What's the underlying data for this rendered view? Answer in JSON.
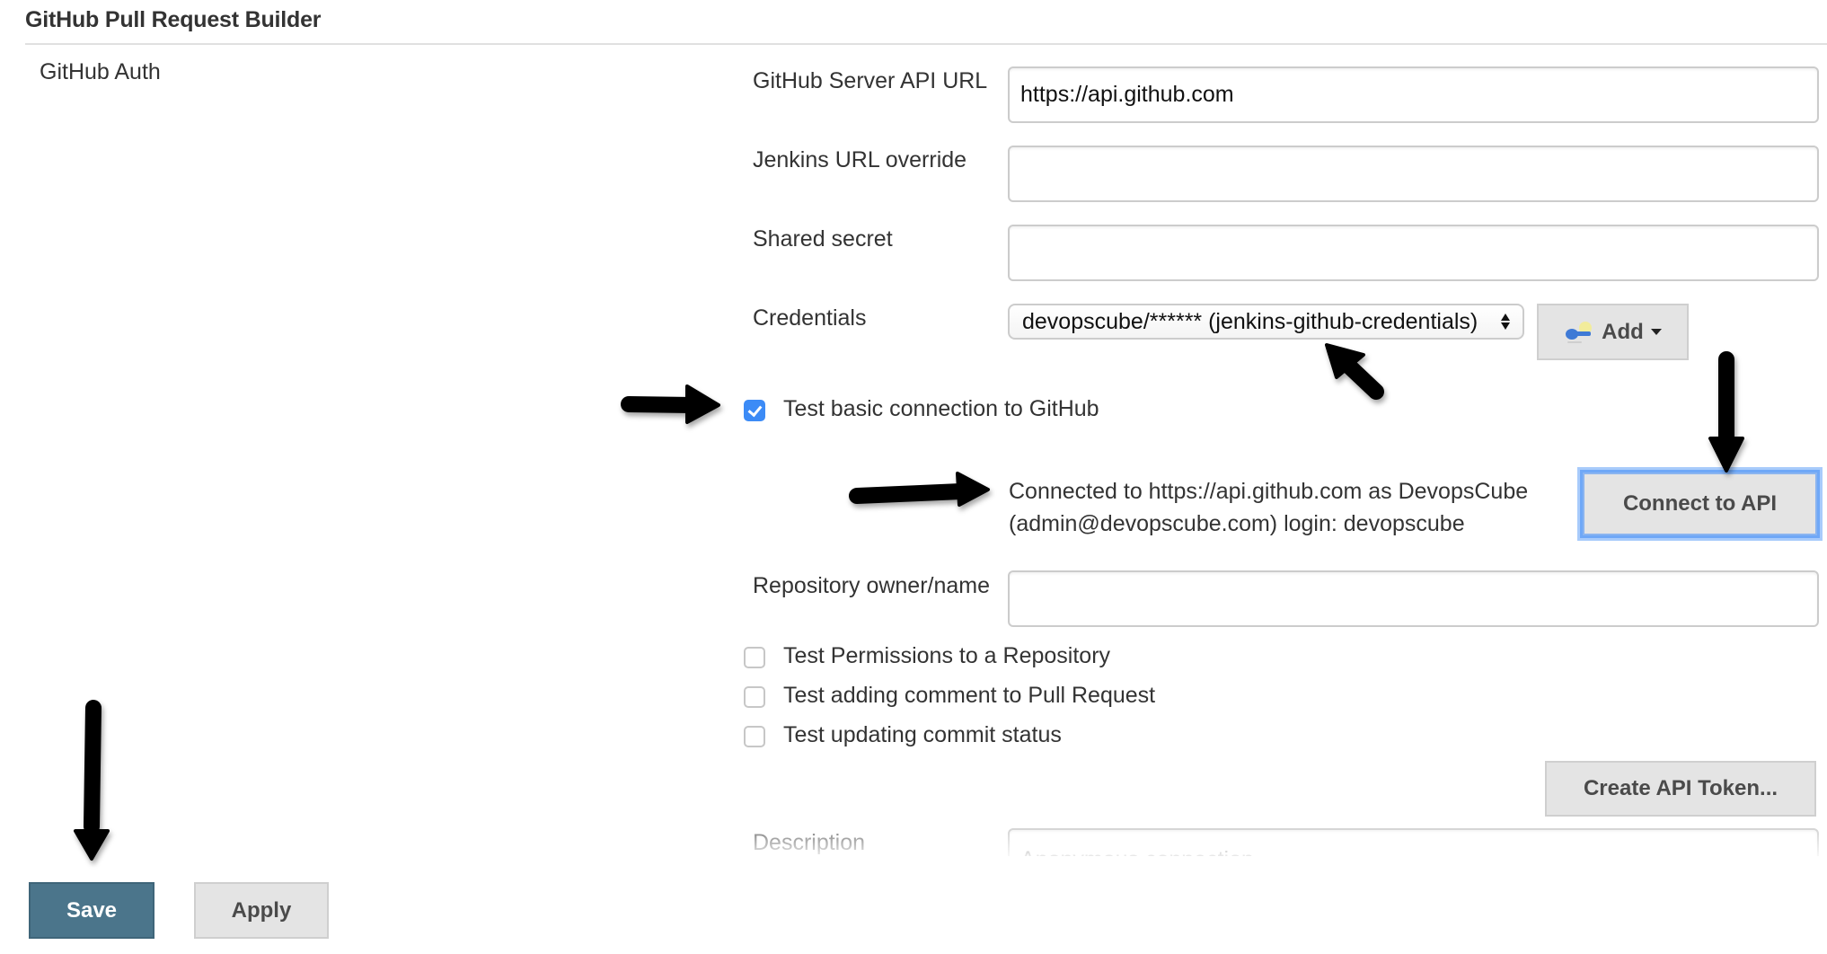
{
  "section": {
    "title": "GitHub Pull Request Builder",
    "subsection": "GitHub Auth"
  },
  "form": {
    "server_api_url": {
      "label": "GitHub Server API URL",
      "value": "https://api.github.com"
    },
    "jenkins_url_override": {
      "label": "Jenkins URL override",
      "value": ""
    },
    "shared_secret": {
      "label": "Shared secret",
      "value": ""
    },
    "credentials": {
      "label": "Credentials",
      "selected": "devopscube/****** (jenkins-github-credentials)",
      "add_button": "Add"
    },
    "test_basic_connection": {
      "label": "Test basic connection to GitHub",
      "checked": true
    },
    "connection_status": {
      "line1": "Connected to https://api.github.com as DevopsCube",
      "line2": "(admin@devopscube.com) login: devopscube"
    },
    "connect_button": "Connect to API",
    "repository": {
      "label": "Repository owner/name",
      "value": ""
    },
    "checks": [
      {
        "label": "Test Permissions to a Repository",
        "checked": false
      },
      {
        "label": "Test adding comment to Pull Request",
        "checked": false
      },
      {
        "label": "Test updating commit status",
        "checked": false
      }
    ],
    "create_token_button": "Create API Token...",
    "description": {
      "label": "Description",
      "placeholder": "Anonymous connection"
    }
  },
  "footer": {
    "save": "Save",
    "apply": "Apply"
  },
  "colors": {
    "primary_button": "#4b758b",
    "checkbox_checked": "#3c8bf6",
    "focus_ring": "#6fa8f7"
  }
}
